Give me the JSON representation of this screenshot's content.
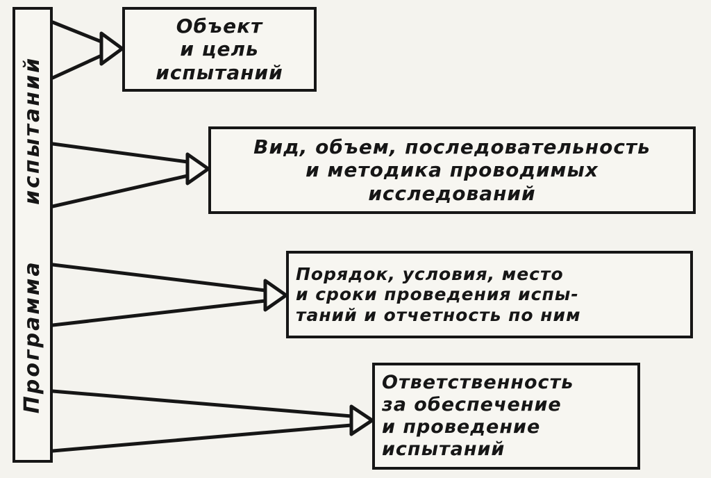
{
  "diagram": {
    "root": {
      "label": "Программа испытаний"
    },
    "nodes": [
      {
        "id": "object-goal",
        "label": "Объект\nи цель\nиспытаний"
      },
      {
        "id": "type-scope",
        "label": "Вид, объем, последовательность\nи методика проводимых\nисследований"
      },
      {
        "id": "order-conditions",
        "label": "Порядок, условия, место\nи сроки проведения испы-\nтаний и отчетность по ним"
      },
      {
        "id": "responsibility",
        "label": "Ответственность\nза обеспечение\nи проведение\nиспытаний"
      }
    ]
  }
}
